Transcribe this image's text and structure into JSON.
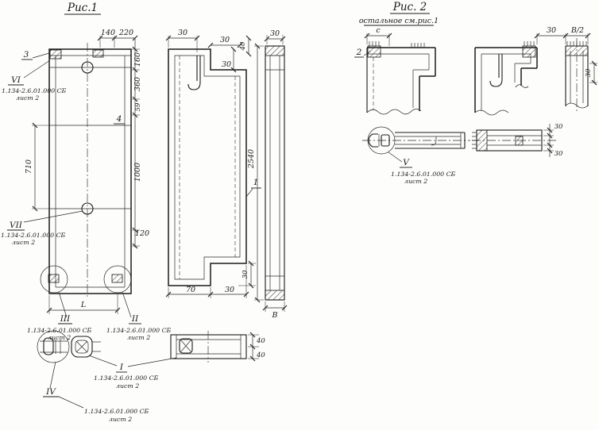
{
  "fig1": {
    "title": "Рис.1",
    "callouts": {
      "c1": "1",
      "c3": "3",
      "c4": "4"
    },
    "dims": {
      "d140": "140",
      "d220": "220",
      "d160": "160",
      "d360": "360",
      "d59": "59",
      "d710": "710",
      "d1000": "1000",
      "d120": "120",
      "d30": "30",
      "d70": "70",
      "d40": "40",
      "d2540": "2540",
      "dL": "L",
      "dB": "В"
    },
    "sections": {
      "s6": "VI",
      "s7": "VII",
      "s3": "III",
      "s2": "II",
      "s1": "I",
      "s4": "IV"
    },
    "doc": "1.134-2.6.01.000 СБ",
    "sheet": "лист 2"
  },
  "fig2": {
    "title": "Рис. 2",
    "subtitle": "остальное см.рис.1",
    "callouts": {
      "c2": "2"
    },
    "dims": {
      "dc": "с",
      "dB2": "В/2",
      "d30": "30"
    },
    "sections": {
      "s5": "V"
    },
    "doc": "1.134-2.6.01.000 СБ",
    "sheet": "лист 2"
  }
}
